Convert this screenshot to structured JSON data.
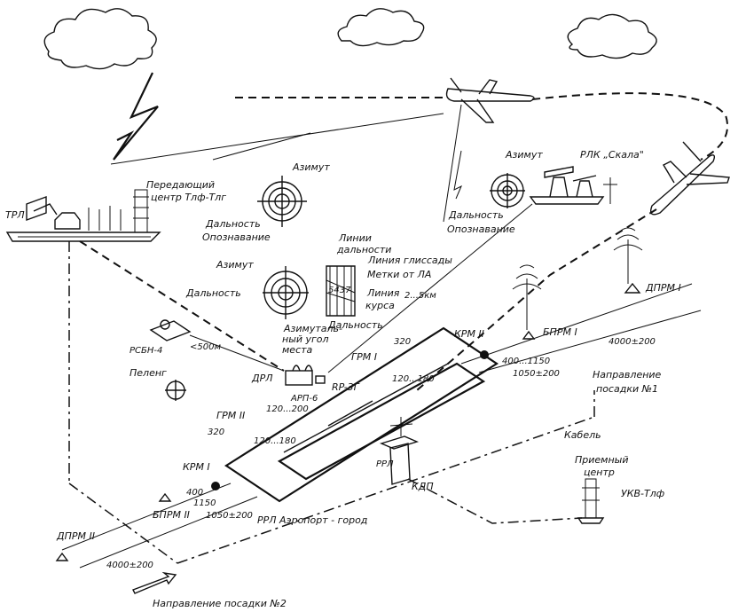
{
  "labels": {
    "transmit_center": [
      "Передающий",
      "центр Тлф-Тлг"
    ],
    "trl": "ТРЛ",
    "azimuth_top": "Азимут",
    "range_ident": [
      "Дальность",
      "Опознавание"
    ],
    "azimuth_mid": "Азимут",
    "range_mid": "Дальность",
    "azimuthal_angle": [
      "Азимуталь-",
      "ный угол",
      "места"
    ],
    "range_lines": [
      "Линии",
      "дальности"
    ],
    "glide_line": "Линия глиссады",
    "marks": "Метки от ЛА",
    "course_line": [
      "Линия",
      "курса"
    ],
    "course_km": "2...5км",
    "range_low": "Дальность",
    "radar_screen_text": "5437",
    "rsbn": "РСБН-4",
    "dist_500": "<500м",
    "peleng": "Пеленг",
    "drl": "ДРЛ",
    "arp": "АРП-6",
    "rp3g": "RP-3Г",
    "range_120_200_a": "120...200",
    "grm1": "ГРМ I",
    "n320_a": "320",
    "range_120_180_a": "120...180",
    "grm2": "ГРМ II",
    "n320_b": "320",
    "range_120_180_b": "120...180",
    "kpm1": "КРМ I",
    "kpm2": "КРМ II",
    "bprm1": "БПРМ I",
    "bprm2": "БПРМ II",
    "dprm1": "ДПРМ I",
    "dprm2": "ДПРМ II",
    "dist_400_1150_a": "400...1150",
    "dist_1050_200_a": "1050±200",
    "dist_400_b": "400",
    "dist_1150_b": "1150",
    "dist_1050_200_b": "1050±200",
    "dist_4000_a": "4000±200",
    "dist_4000_b": "4000±200",
    "landing_dir_1": [
      "Направление",
      "посадки №1"
    ],
    "landing_dir_2": "Направление посадки №2",
    "kabel": "Кабель",
    "rrl": "РРЛ Аэропорт - город",
    "rrl_small": "РРЛ",
    "kdp": "КДП",
    "receive_center": [
      "Приемный",
      "центр"
    ],
    "ukv": "УКВ-Тлф",
    "azimuth_right": "Азимут",
    "rlk": "РЛК „Скала\"",
    "range_ident_right": [
      "Дальность",
      "Опознавание"
    ]
  }
}
